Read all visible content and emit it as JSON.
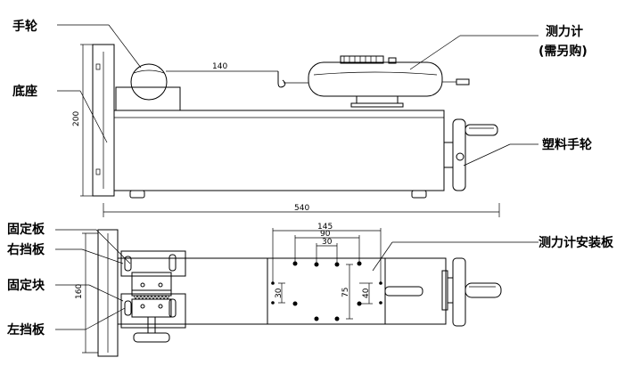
{
  "labels": {
    "handwheel": "手轮",
    "base": "底座",
    "gauge": "测力计",
    "gauge_note": "(需另购)",
    "plastic_handwheel": "塑料手轮",
    "fixed_plate": "固定板",
    "right_stop_plate": "右挡板",
    "fixed_block": "固定块",
    "left_stop_plate": "左挡板",
    "gauge_mount_plate": "测力计安装板"
  },
  "dimensions": {
    "stroke": "140",
    "height": "200",
    "length": "540",
    "width": "160",
    "hole_145": "145",
    "hole_90": "90",
    "hole_30_top": "30",
    "hole_30_left": "30",
    "hole_75": "75",
    "hole_40": "40"
  }
}
